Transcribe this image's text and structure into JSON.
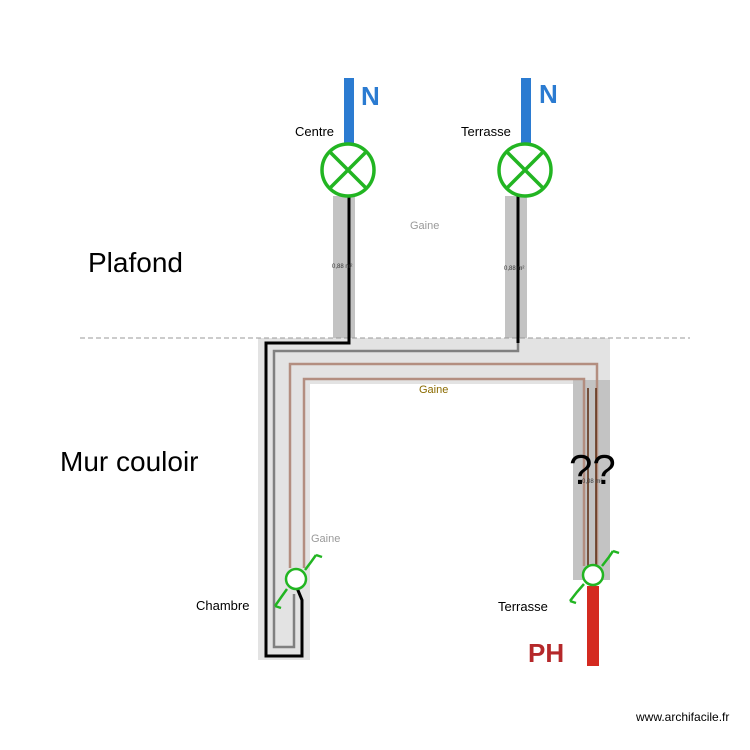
{
  "zones": {
    "ceiling": "Plafond",
    "wall": "Mur couloir"
  },
  "lamps": [
    {
      "label": "Centre",
      "neutral": "N",
      "duct_size": "0,88 m²"
    },
    {
      "label": "Terrasse",
      "neutral": "N",
      "duct_size": "0,88 m²"
    }
  ],
  "ducts": {
    "ceiling_label": "Gaine",
    "wall_label": "Gaine",
    "bedroom_label": "Gaine",
    "right_size": "0,08 m²"
  },
  "switches": [
    {
      "label": "Chambre"
    },
    {
      "label": "Terrasse"
    }
  ],
  "phase_label": "PH",
  "unknown_marker": "??",
  "watermark": "www.archifacile.fr",
  "colors": {
    "neutral": "#2b7bd1",
    "phase": "#d42a20",
    "lamp": "#22b522",
    "wire_black": "#000000",
    "wire_grey": "#808080",
    "wire_brown": "#b38e80",
    "wire_dark_brown": "#5a2a10",
    "duct": "#c0c0c0",
    "duct_light": "#e3e3e3"
  }
}
